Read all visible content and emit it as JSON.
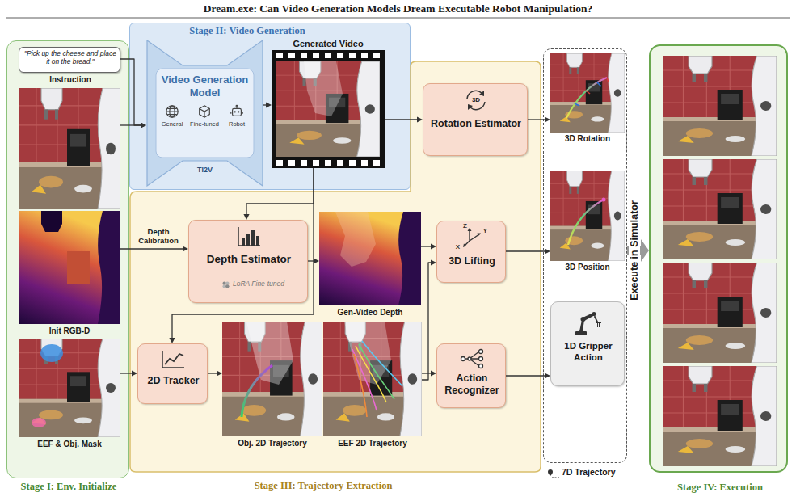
{
  "diagram": {
    "title": "Dream.exe: Can Video Generation Models Dream Executable Robot Manipulation?",
    "nodes": [
      {
        "text": [
          "Stage I: Env. Initialize"
        ]
      },
      {
        "text": [
          "\"Pick up the cheese and place it on the bread.\"",
          "Instruction"
        ],
        "in": 0
      },
      {
        "text": [
          "Init RGB-D"
        ],
        "in": 0
      },
      {
        "text": [
          "EEF & Obj. Mask"
        ],
        "in": 0
      },
      {
        "text": [
          "Stage II: Video Generation"
        ]
      },
      {
        "text": [
          "Video Generation Model",
          "General",
          "Fine-tuned",
          "Robot",
          "TI2V"
        ],
        "in": 4
      },
      {
        "text": [
          "Generated Video"
        ],
        "in": 4
      },
      {
        "text": [
          "Stage III: Trajectory Extraction"
        ]
      },
      {
        "text": [
          "3D",
          "Rotation Estimator"
        ],
        "in": 7
      },
      {
        "text": [
          "Depth Estimator",
          "LoRA Fine-tuned"
        ],
        "in": 7
      },
      {
        "text": [
          "Gen-Video Depth"
        ],
        "in": 7
      },
      {
        "text": [
          "Z",
          "Y",
          "X",
          "3D Lifting"
        ],
        "in": 7
      },
      {
        "text": [
          "2D Tracker"
        ],
        "in": 7
      },
      {
        "text": [
          "Obj. 2D Trajectory"
        ],
        "in": 7
      },
      {
        "text": [
          "EEF 2D Trajectory"
        ],
        "in": 7
      },
      {
        "text": [
          "Action Recognizer"
        ],
        "in": 7
      },
      {
        "text": [
          "7D Trajectory"
        ]
      },
      {
        "text": [
          "3D Rotation"
        ],
        "in": 16
      },
      {
        "text": [
          "3D Position"
        ],
        "in": 16
      },
      {
        "text": [
          "1D Gripper Action"
        ],
        "in": 16
      },
      {
        "text": [
          "Stage IV: Execution"
        ]
      }
    ],
    "edges": [
      {
        "from": 1,
        "to": 5,
        "arrow": "to"
      },
      {
        "from": 2,
        "to": 5,
        "arrow": "to"
      },
      {
        "from": 5,
        "to": 6,
        "arrow": "to"
      },
      {
        "from": 6,
        "to": 8,
        "arrow": "to"
      },
      {
        "from": 6,
        "to": 9,
        "arrow": "to"
      },
      {
        "from": 6,
        "to": 12,
        "arrow": "to"
      },
      {
        "from": 2,
        "to": 9,
        "label": "Depth Calibration",
        "arrow": "to"
      },
      {
        "from": 9,
        "to": 10,
        "arrow": "to"
      },
      {
        "from": 3,
        "to": 12,
        "arrow": "to"
      },
      {
        "from": 12,
        "to": 13,
        "arrow": "to"
      },
      {
        "from": 10,
        "to": 11,
        "arrow": "to"
      },
      {
        "from": 14,
        "to": 11,
        "arrow": "to"
      },
      {
        "from": 14,
        "to": 15,
        "arrow": "to"
      },
      {
        "from": 8,
        "to": 17,
        "arrow": "to"
      },
      {
        "from": 11,
        "to": 18,
        "arrow": "to"
      },
      {
        "from": 15,
        "to": 19,
        "arrow": "to"
      },
      {
        "from": 16,
        "to": 20,
        "label": "Execute in Simulator",
        "arrow": "to"
      }
    ]
  }
}
